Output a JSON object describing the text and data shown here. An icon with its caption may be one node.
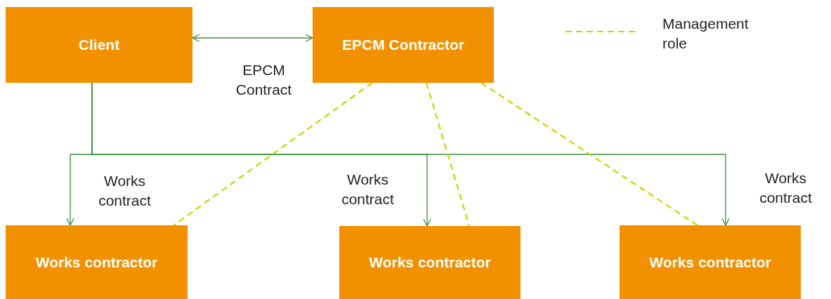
{
  "diagram": {
    "nodes": [
      {
        "text": [
          "Client"
        ]
      },
      {
        "text": [
          "EPCM Contractor"
        ]
      },
      {
        "text": [
          "Works contractor"
        ]
      },
      {
        "text": [
          "Works contractor"
        ]
      },
      {
        "text": [
          "Works contractor"
        ]
      }
    ],
    "edges": [
      {
        "from": 0,
        "to": 1,
        "arrow": "both",
        "label": "EPCM Contract"
      },
      {
        "from": 0,
        "to": 2,
        "arrow": "to",
        "label": "Works contract"
      },
      {
        "from": 0,
        "to": 3,
        "arrow": "to",
        "label": "Works contract"
      },
      {
        "from": 0,
        "to": 4,
        "arrow": "to",
        "label": "Works contract"
      },
      {
        "from": 1,
        "to": 2,
        "arrow": "none",
        "style": "dashed",
        "color": "#c8d400"
      },
      {
        "from": 1,
        "to": 3,
        "arrow": "none",
        "style": "dashed",
        "color": "#c8d400"
      },
      {
        "from": 1,
        "to": 4,
        "arrow": "none",
        "style": "dashed",
        "color": "#c8d400"
      }
    ],
    "legend": [
      {
        "text": "Management role"
      }
    ]
  }
}
